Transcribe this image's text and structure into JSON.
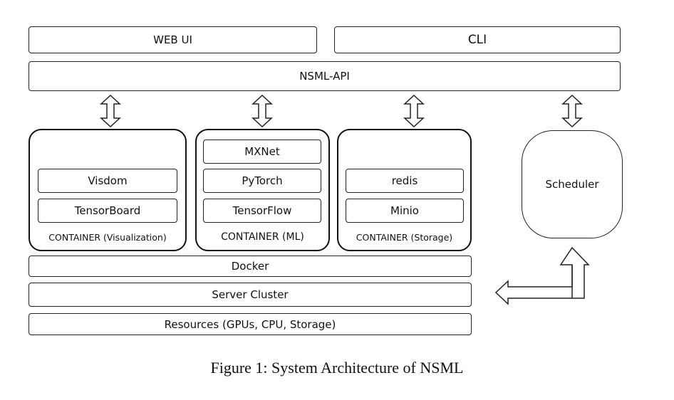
{
  "top": {
    "web_ui": "WEB UI",
    "cli": "CLI",
    "api": "NSML-API"
  },
  "containers": [
    {
      "items": [
        "Visdom",
        "TensorBoard"
      ],
      "label": "CONTAINER (Visualization)"
    },
    {
      "items": [
        "MXNet",
        "PyTorch",
        "TensorFlow"
      ],
      "label": "CONTAINER (ML)"
    },
    {
      "items": [
        "redis",
        "Minio"
      ],
      "label": "CONTAINER (Storage)"
    }
  ],
  "scheduler": "Scheduler",
  "layers": {
    "docker": "Docker",
    "cluster": "Server Cluster",
    "resources": "Resources (GPUs, CPU, Storage)"
  },
  "caption": "Figure 1: System Architecture of NSML"
}
